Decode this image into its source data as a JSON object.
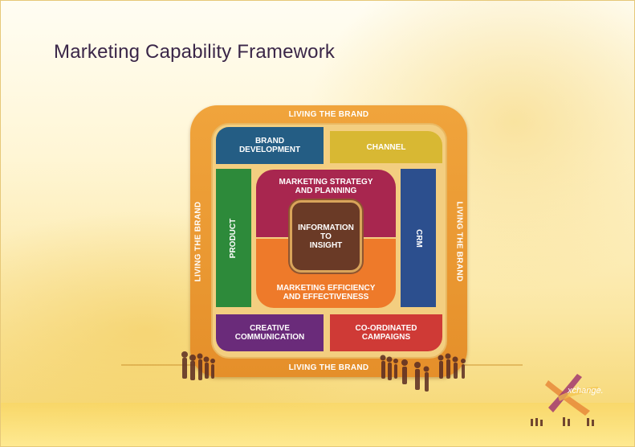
{
  "slide": {
    "title": "Marketing Capability Framework"
  },
  "framework": {
    "outer_ring": {
      "top": "LIVING THE BRAND",
      "bottom": "LIVING THE BRAND",
      "left": "LIVING THE BRAND",
      "right": "LIVING THE BRAND"
    },
    "blocks": {
      "brand_development": "BRAND\nDEVELOPMENT",
      "channel": "CHANNEL",
      "product": "PRODUCT",
      "crm": "CRM",
      "creative_communication": "CREATIVE\nCOMMUNICATION",
      "coordinated_campaigns": "CO-ORDINATED\nCAMPAIGNS"
    },
    "core": {
      "strategy": "MARKETING STRATEGY\nAND PLANNING",
      "efficiency": "MARKETING EFFICIENCY\nAND EFFECTIVENESS",
      "info": "INFORMATION\nTO\nINSIGHT"
    }
  },
  "logo": {
    "text": "xchange."
  },
  "colors": {
    "outer_ring": "#e58f2a",
    "brand_development": "#245d84",
    "channel": "#d8b833",
    "product": "#2d8a3a",
    "crm": "#2c4f8e",
    "creative_communication": "#6a2b7a",
    "coordinated_campaigns": "#cf3a36",
    "strategy": "#a8264f",
    "efficiency": "#ee7a2a",
    "info": "#6a3a26"
  }
}
